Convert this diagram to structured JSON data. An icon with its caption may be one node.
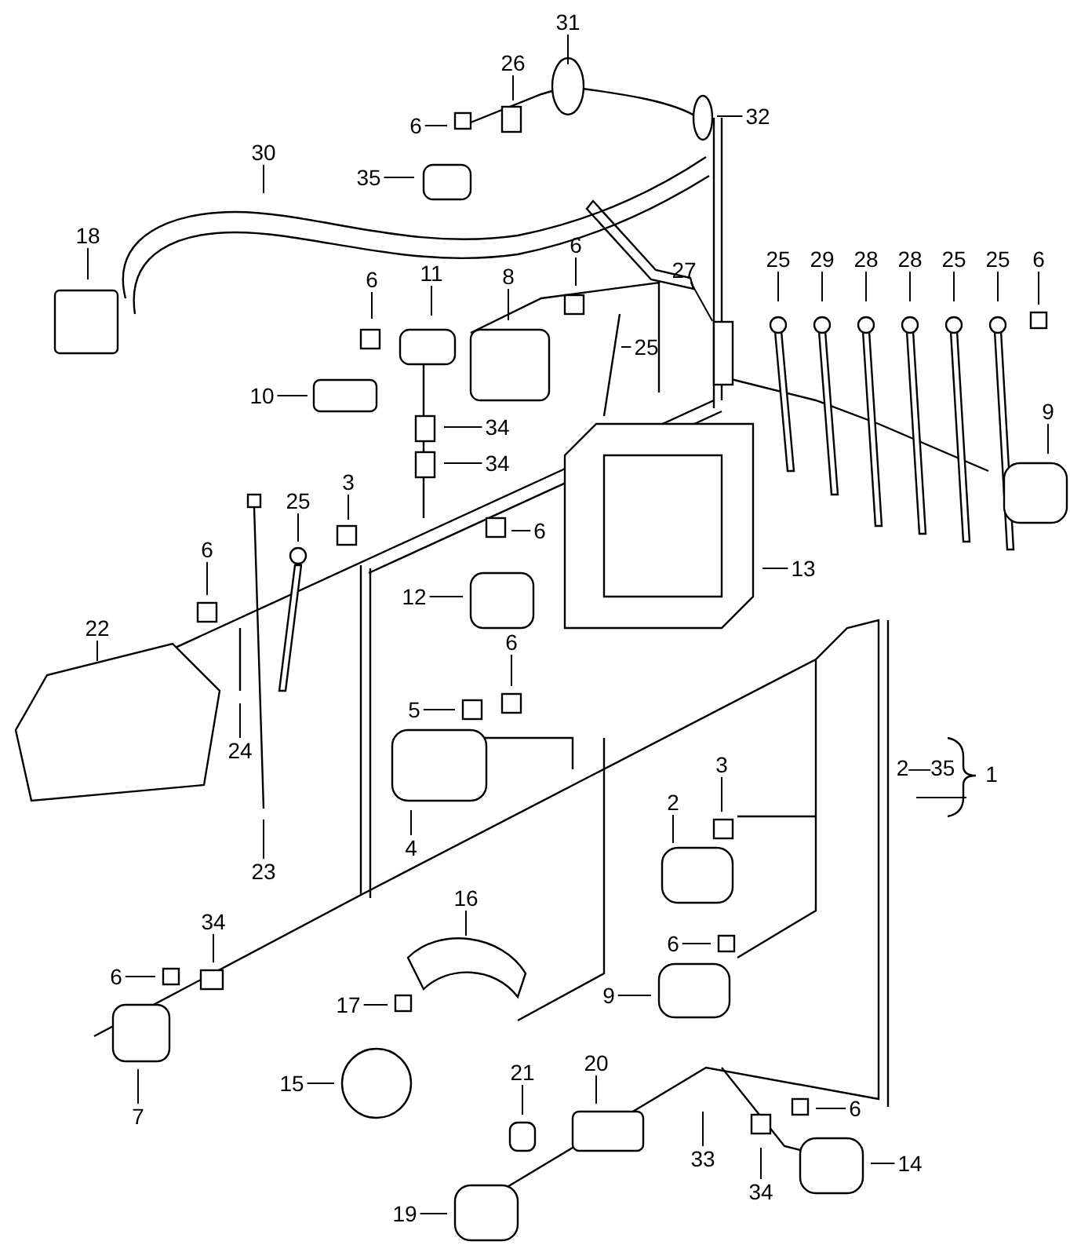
{
  "diagram": {
    "nodes": [
      {
        "text": [
          "31"
        ]
      },
      {
        "text": [
          "26"
        ]
      },
      {
        "text": [
          "6"
        ]
      },
      {
        "text": [
          "32"
        ]
      },
      {
        "text": [
          "35"
        ]
      },
      {
        "text": [
          "30"
        ]
      },
      {
        "text": [
          "18"
        ]
      },
      {
        "text": [
          "6"
        ]
      },
      {
        "text": [
          "11"
        ]
      },
      {
        "text": [
          "8"
        ]
      },
      {
        "text": [
          "6"
        ]
      },
      {
        "text": [
          "25"
        ]
      },
      {
        "text": [
          "27"
        ]
      },
      {
        "text": [
          "25"
        ]
      },
      {
        "text": [
          "29"
        ]
      },
      {
        "text": [
          "28"
        ]
      },
      {
        "text": [
          "28"
        ]
      },
      {
        "text": [
          "25"
        ]
      },
      {
        "text": [
          "25"
        ]
      },
      {
        "text": [
          "6"
        ]
      },
      {
        "text": [
          "9"
        ]
      },
      {
        "text": [
          "10"
        ]
      },
      {
        "text": [
          "34"
        ]
      },
      {
        "text": [
          "34"
        ]
      },
      {
        "text": [
          "3"
        ]
      },
      {
        "text": [
          "25"
        ]
      },
      {
        "text": [
          "6"
        ]
      },
      {
        "text": [
          "6"
        ]
      },
      {
        "text": [
          "22"
        ]
      },
      {
        "text": [
          "12"
        ]
      },
      {
        "text": [
          "13"
        ]
      },
      {
        "text": [
          "24"
        ]
      },
      {
        "text": [
          "6"
        ]
      },
      {
        "text": [
          "5"
        ]
      },
      {
        "text": [
          "3"
        ]
      },
      {
        "text": [
          "4"
        ]
      },
      {
        "text": [
          "1"
        ]
      },
      {
        "text": [
          "2"
        ]
      },
      {
        "text": [
          "34"
        ]
      },
      {
        "text": [
          "6"
        ]
      },
      {
        "text": [
          "16"
        ]
      },
      {
        "text": [
          "9"
        ]
      },
      {
        "text": [
          "6"
        ]
      },
      {
        "text": [
          "17"
        ]
      },
      {
        "text": [
          "7"
        ]
      },
      {
        "text": [
          "15"
        ]
      },
      {
        "text": [
          "21"
        ]
      },
      {
        "text": [
          "20"
        ]
      },
      {
        "text": [
          "6"
        ]
      },
      {
        "text": [
          "33"
        ]
      },
      {
        "text": [
          "34"
        ]
      },
      {
        "text": [
          "14"
        ]
      },
      {
        "text": [
          "19"
        ]
      },
      {
        "text": [
          "23"
        ]
      }
    ],
    "edges": [
      {
        "from": 0,
        "to": null,
        "arrow": "none"
      },
      {
        "from": 1,
        "to": null,
        "arrow": "none"
      },
      {
        "from": 2,
        "to": null,
        "arrow": "none"
      },
      {
        "from": 3,
        "to": null,
        "arrow": "none"
      },
      {
        "from": 4,
        "to": null,
        "arrow": "none"
      },
      {
        "from": 5,
        "to": null,
        "arrow": "none"
      },
      {
        "from": 6,
        "to": null,
        "arrow": "none"
      },
      {
        "from": 7,
        "to": null,
        "arrow": "none"
      },
      {
        "from": 8,
        "to": null,
        "arrow": "none"
      },
      {
        "from": 9,
        "to": null,
        "arrow": "none"
      },
      {
        "from": 10,
        "to": null,
        "arrow": "none"
      },
      {
        "from": 11,
        "to": null,
        "arrow": "none"
      },
      {
        "from": 12,
        "to": null,
        "arrow": "none"
      },
      {
        "from": 13,
        "to": null,
        "arrow": "none"
      },
      {
        "from": 14,
        "to": null,
        "arrow": "none"
      },
      {
        "from": 15,
        "to": null,
        "arrow": "none"
      },
      {
        "from": 16,
        "to": null,
        "arrow": "none"
      },
      {
        "from": 17,
        "to": null,
        "arrow": "none"
      },
      {
        "from": 18,
        "to": null,
        "arrow": "none"
      },
      {
        "from": 19,
        "to": null,
        "arrow": "none"
      },
      {
        "from": 20,
        "to": null,
        "arrow": "none"
      },
      {
        "from": 21,
        "to": null,
        "arrow": "none"
      },
      {
        "from": 22,
        "to": null,
        "arrow": "none"
      },
      {
        "from": 23,
        "to": null,
        "arrow": "none"
      },
      {
        "from": 24,
        "to": null,
        "arrow": "none"
      },
      {
        "from": 25,
        "to": null,
        "arrow": "none"
      },
      {
        "from": 26,
        "to": null,
        "arrow": "none"
      },
      {
        "from": 27,
        "to": null,
        "arrow": "none"
      },
      {
        "from": 28,
        "to": null,
        "arrow": "none"
      },
      {
        "from": 29,
        "to": null,
        "arrow": "none"
      },
      {
        "from": 30,
        "to": null,
        "arrow": "none"
      },
      {
        "from": 31,
        "to": null,
        "arrow": "none"
      },
      {
        "from": 32,
        "to": null,
        "arrow": "none"
      },
      {
        "from": 33,
        "to": null,
        "arrow": "none"
      },
      {
        "from": 34,
        "to": null,
        "arrow": "none"
      },
      {
        "from": 35,
        "to": null,
        "arrow": "none"
      },
      {
        "from": 36,
        "to": null,
        "arrow": "none"
      },
      {
        "from": 37,
        "to": null,
        "arrow": "none"
      },
      {
        "from": 38,
        "to": null,
        "arrow": "none"
      },
      {
        "from": 39,
        "to": null,
        "arrow": "none"
      },
      {
        "from": 40,
        "to": null,
        "arrow": "none"
      },
      {
        "from": 41,
        "to": null,
        "arrow": "none"
      },
      {
        "from": 42,
        "to": null,
        "arrow": "none"
      },
      {
        "from": 43,
        "to": null,
        "arrow": "none"
      },
      {
        "from": 44,
        "to": null,
        "arrow": "none"
      },
      {
        "from": 45,
        "to": null,
        "arrow": "none"
      },
      {
        "from": 46,
        "to": null,
        "arrow": "none"
      },
      {
        "from": 47,
        "to": null,
        "arrow": "none"
      },
      {
        "from": 48,
        "to": null,
        "arrow": "none"
      },
      {
        "from": 49,
        "to": null,
        "arrow": "none"
      },
      {
        "from": 50,
        "to": null,
        "arrow": "none"
      },
      {
        "from": 51,
        "to": null,
        "arrow": "none"
      },
      {
        "from": 52,
        "to": null,
        "arrow": "none"
      },
      {
        "from": 53,
        "to": null,
        "arrow": "none"
      }
    ],
    "labels": [
      "2—35"
    ]
  }
}
